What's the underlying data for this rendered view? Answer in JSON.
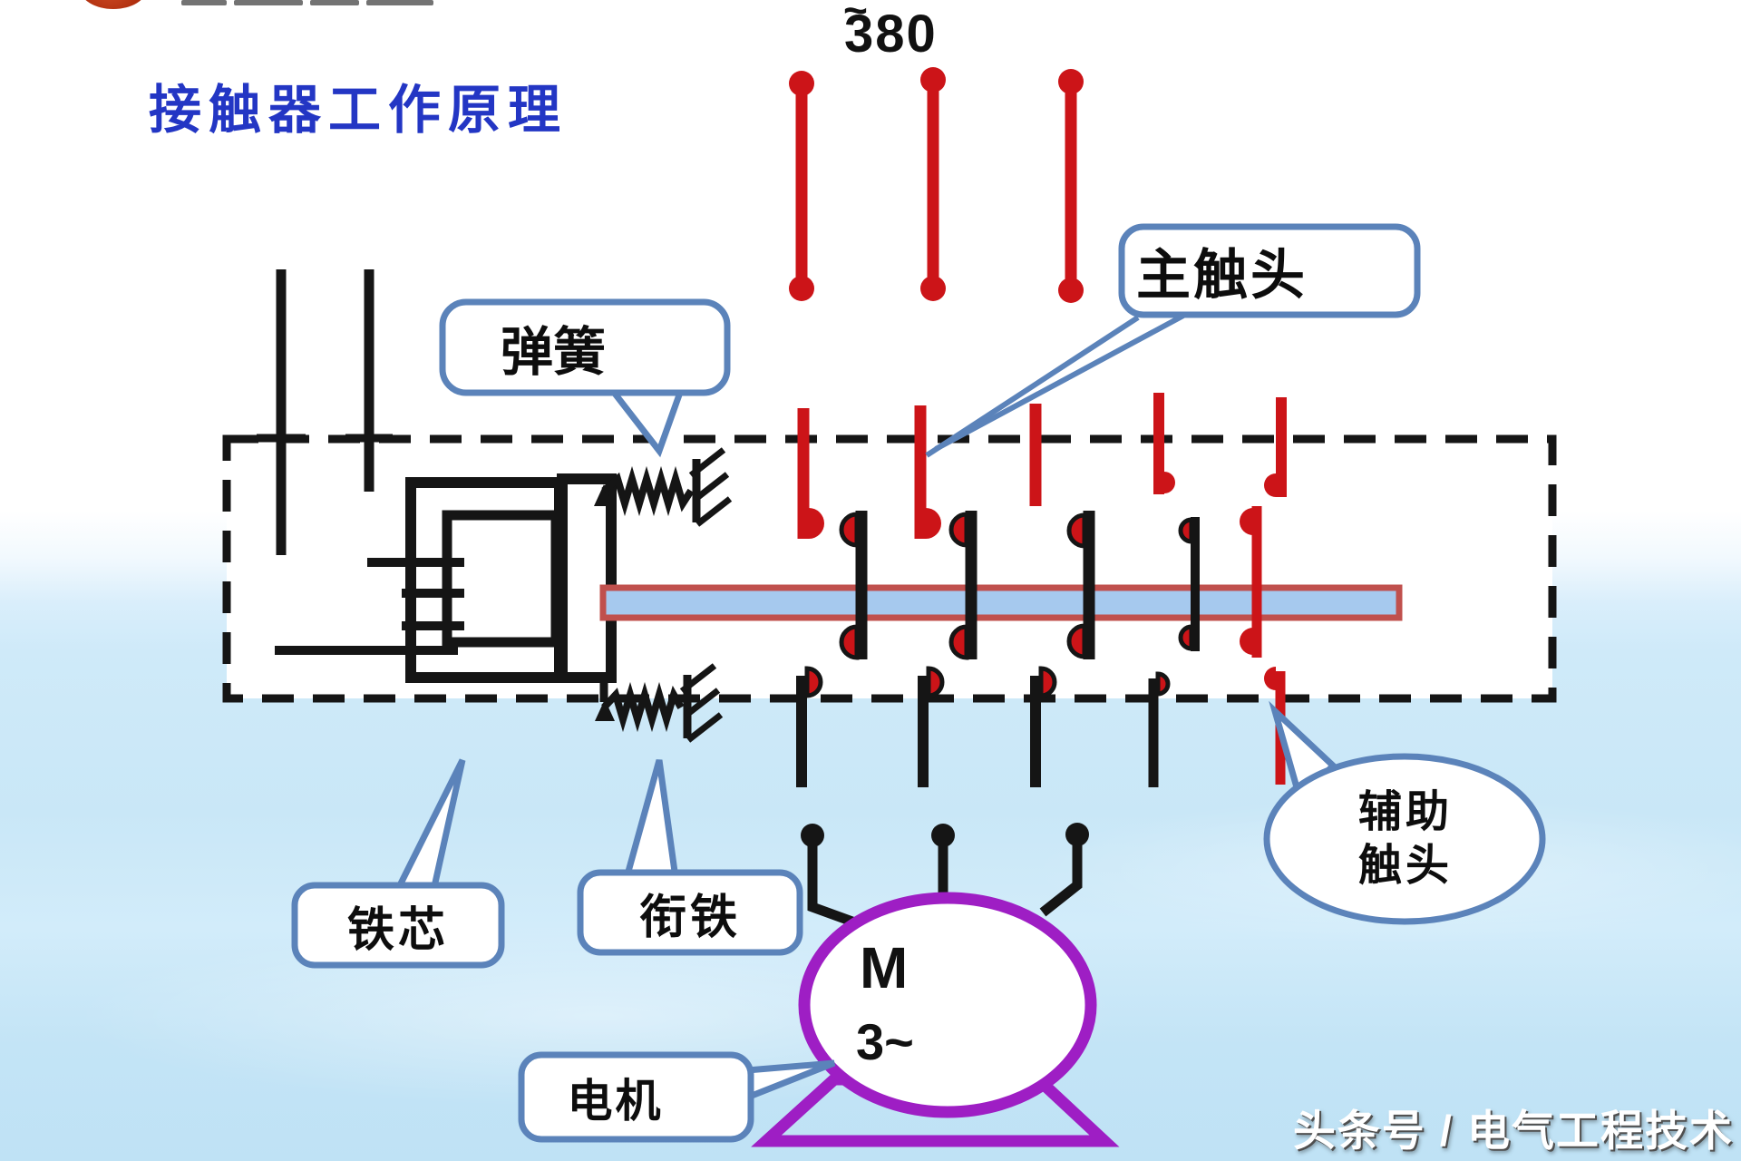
{
  "colors": {
    "title_blue": "#2336c4",
    "callout_blue": "#5b83ba",
    "ink_black": "#151515",
    "contact_red": "#cc1418",
    "motor_purple": "#9e1ec4",
    "shaft_blue": "#a6c9ee",
    "shaft_red": "#c0504d",
    "bg_blue": "#c9e7f7"
  },
  "header": {
    "title": "接触器工作原理",
    "logo_icon": "partial-red-circle-logo"
  },
  "power": {
    "tilde": "~",
    "voltage": "380",
    "phase_line_count": 3
  },
  "callouts": {
    "spring": "弹簧",
    "main_contact": "主触头",
    "iron_core": "铁芯",
    "armature": "衔铁",
    "aux_line1": "辅助",
    "aux_line2": "触头",
    "motor": "电机"
  },
  "motor": {
    "letter": "M",
    "phase": "3~"
  },
  "watermark": "头条号 / 电气工程技术"
}
